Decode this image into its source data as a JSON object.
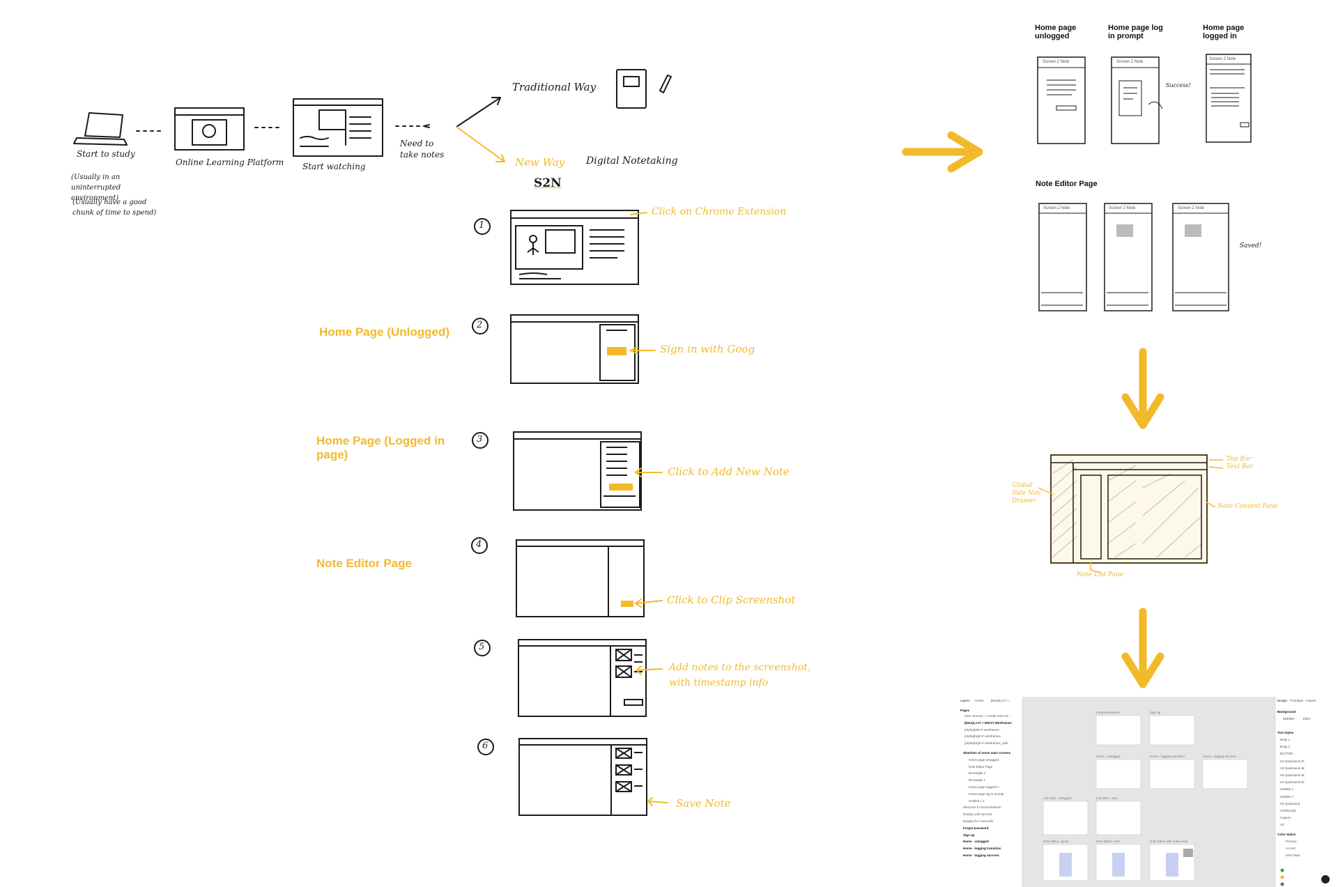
{
  "journey": {
    "start_study": "Start to study",
    "note_env": "(Usually in an uninterrupted environment)",
    "note_time": "(Usually have a good chunk of time to spend)",
    "platform": "Online Learning Platform",
    "watching": "Start watching",
    "need_notes": "Need to take notes",
    "traditional": "Traditional Way",
    "new_way": "New Way",
    "digital": "Digital Notetaking",
    "brand": "S2N"
  },
  "steps": [
    {
      "num": "1",
      "label": "",
      "annotation": "Click on Chrome Extension"
    },
    {
      "num": "2",
      "label": "Home Page (Unlogged)",
      "annotation": "Sign in with Goog"
    },
    {
      "num": "3",
      "label": "Home Page (Logged in page)",
      "annotation": "Click to Add New Note"
    },
    {
      "num": "4",
      "label": "Note Editor Page",
      "annotation": "Click to Clip Screenshot"
    },
    {
      "num": "5",
      "label": "",
      "annotation": "Add notes to the screenshot, with timestamp info"
    },
    {
      "num": "6",
      "label": "",
      "annotation": "Save Note"
    }
  ],
  "wireframes": {
    "home_unlogged": "Home page unlogged",
    "home_prompt": "Home page log in prompt",
    "home_logged": "Home page logged in",
    "editor_title": "Note Editor Page",
    "screen_title": "Screen 2 Note",
    "success": "Success!",
    "saved": "Saved!"
  },
  "layout_sketch": {
    "top_bar": "Top Bar",
    "text_bar": "Text Bar",
    "global_side": "Global Side Nav Drawer",
    "note_list": "Note List Pane",
    "note_content": "Note Content Pane"
  },
  "figma": {
    "tabs": [
      "Layers",
      "Assets",
      "[Beta]Lo-Fi +..."
    ],
    "pages_label": "Pages",
    "pages": [
      "User Journey + Create new not...",
      "[Beta]Lo-Fi + Mid-Fi Wireframes",
      "[Alpha]Mid-Fi wireframes",
      "[Alpha]High-Fi wireframes",
      "[Alpha]High-Fi wireframes_with..."
    ],
    "layers": [
      "Sketches of some main screens",
      "Home page unlogged",
      "Note Editor Page",
      "Rectangle 2",
      "Rectangle 1",
      "Home page logged in",
      "Home page log in prompt",
      "Untitled 1.1",
      "Welcome to ScreenToNote!",
      "Display until success",
      "Display for 4 seconds",
      "Forgot password",
      "Sign up",
      "Home - unlogged",
      "Home - logging transition",
      "Home - logging success"
    ],
    "frames": [
      "Forgot password",
      "Sign up",
      "Home - unlogged",
      "Home - logging transition",
      "Home - logging success",
      "List View - unlogged",
      "List View - user",
      "Note Editor- guest",
      "Note Editor- user",
      "Note Editor with video view"
    ],
    "right_tabs": [
      "Design",
      "Prototype",
      "Inspect"
    ],
    "background_label": "Background",
    "bg_hex": "E5E5E5",
    "bg_pct": "100%",
    "text_styles_label": "Text Styles",
    "text_styles": [
      "Body 1",
      "Body 2",
      "BUTTON",
      "H4 Quicksand 20",
      "H3 Quicksand 48",
      "H5 Quicksand 48",
      "H2 Quicksand 60",
      "Subtitle 1",
      "Subtitle 2",
      "H6 Quicksand",
      "OVERLINE",
      "Caption",
      "csl"
    ],
    "color_styles_label": "Color Styles",
    "color_styles": [
      {
        "name": "Primary",
        "color": "#3a9a4a"
      },
      {
        "name": "Accent",
        "color": "#f2b92a"
      },
      {
        "name": "60% black",
        "color": "#666666"
      }
    ],
    "accent": "#f2b92a"
  }
}
